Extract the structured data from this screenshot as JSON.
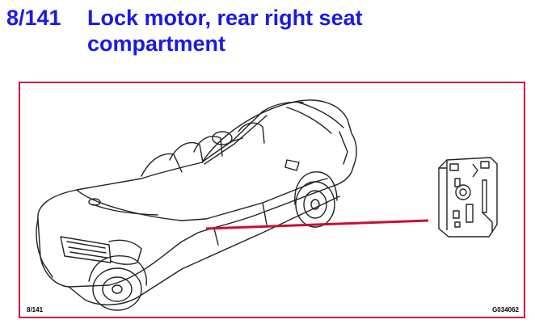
{
  "section": {
    "code": "8/141",
    "title": "Lock motor, rear right seat compartment"
  },
  "figure": {
    "ref": "8/141",
    "id": "G034062"
  },
  "colors": {
    "title": "#1a1ae6",
    "frame": "#d4143c",
    "pointer": "#c8102e"
  },
  "icons": [
    "convertible-car-drawing",
    "lock-motor-drawing",
    "pointer-line"
  ]
}
